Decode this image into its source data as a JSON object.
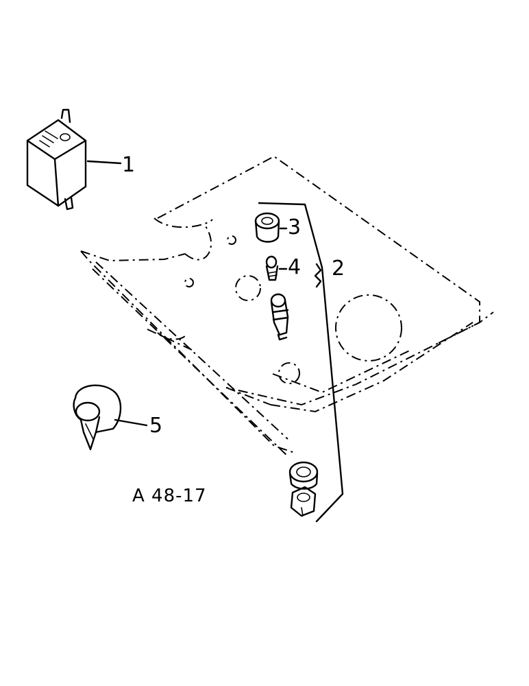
{
  "callouts": {
    "c1": "1",
    "c2": "2",
    "c3": "3",
    "c4": "4",
    "c5": "5"
  },
  "reference": "A 48-17"
}
